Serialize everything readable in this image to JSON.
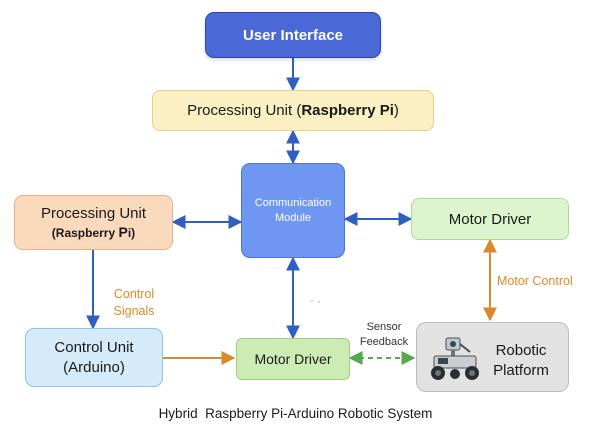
{
  "diagram": {
    "caption": "Hybrid  Raspberry Pi-Arduino Robotic System",
    "nodes": {
      "user_interface": {
        "label": "User Interface"
      },
      "processing_unit_top": {
        "line1": "Processing Unit (",
        "bold": "Raspberry Pi",
        "line1_end": ")"
      },
      "communication_module": {
        "line1": "Communication",
        "line2": "Module"
      },
      "processing_unit_left": {
        "line1": "Processing Unit",
        "line2_open": "(Raspberry ",
        "line2_bold": "P",
        "line2_close": "i)"
      },
      "motor_driver_right": {
        "label": "Motor Driver"
      },
      "control_unit": {
        "line1": "Control Unit",
        "line2": "(Arduino)"
      },
      "motor_driver_bottom": {
        "label": "Motor Driver"
      },
      "robotic_platform": {
        "line1": "Robotic",
        "line2": "Platform"
      }
    },
    "edge_labels": {
      "control_signals_1": "Control",
      "control_signals_2": "Signals",
      "motor_control": "Motor Control",
      "sensor_feedback_1": "Sensor",
      "sensor_feedback_2": "Feedback"
    },
    "colors": {
      "blue_arrow": "#2f5fc0",
      "orange_arrow": "#d98a2b",
      "green_dashed": "#55a84c",
      "ui_box": "#4a68d6",
      "comm_box": "#6f97f2"
    },
    "icons": {
      "robot": "robot-icon"
    }
  }
}
